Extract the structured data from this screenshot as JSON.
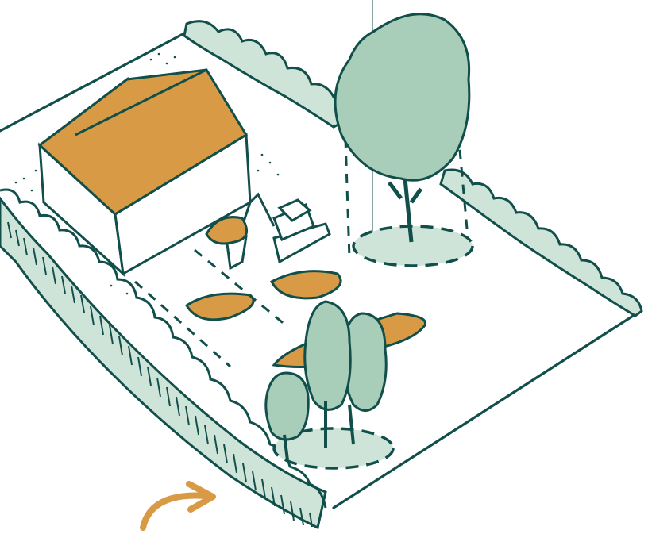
{
  "scene": {
    "subject": "site-plan-illustration",
    "elements": [
      "plot-boundary",
      "hedge-left",
      "hedge-back",
      "hedge-right",
      "house",
      "excavator",
      "soil-pile",
      "large-tree",
      "young-trees",
      "root-zone",
      "path-arrow"
    ]
  },
  "colors": {
    "ink": "#114f4b",
    "foliage": "#a8cdb9",
    "hedge": "#cfe4d8",
    "roof": "#d99a45",
    "soil": "#d99a45",
    "white": "#ffffff"
  },
  "icons": {
    "arrow": "curved-arrow-icon"
  }
}
